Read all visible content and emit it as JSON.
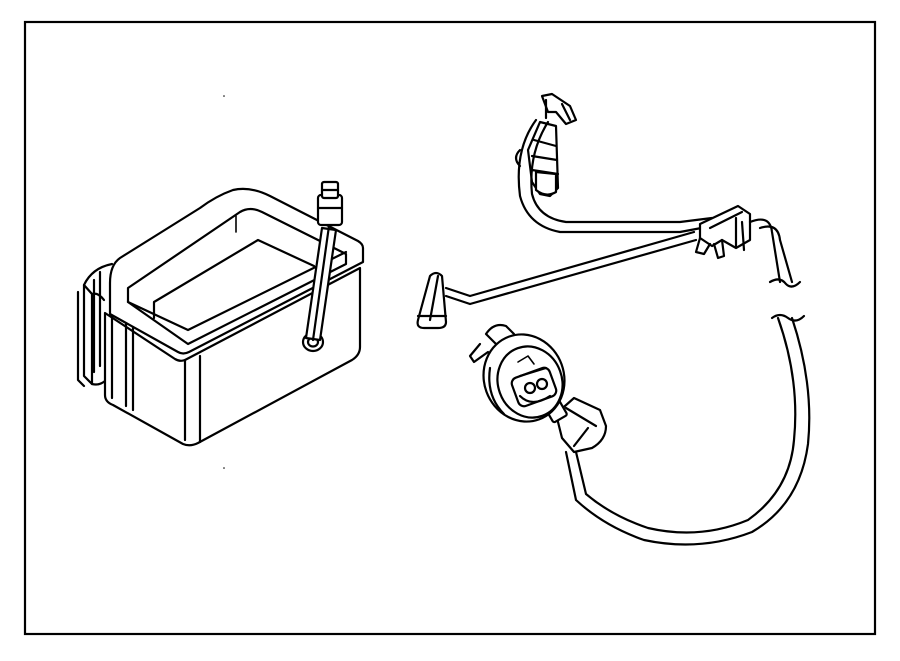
{
  "figure": {
    "frame_color": "#000000",
    "background": "#ffffff",
    "parts": [
      {
        "id": "battery-box",
        "icon": "battery-tray-with-vent-tube"
      },
      {
        "id": "temperature-sensor",
        "icon": "ambient-sensor-with-pigtail"
      },
      {
        "id": "wiring-harness",
        "icon": "harness-with-connectors"
      }
    ]
  }
}
